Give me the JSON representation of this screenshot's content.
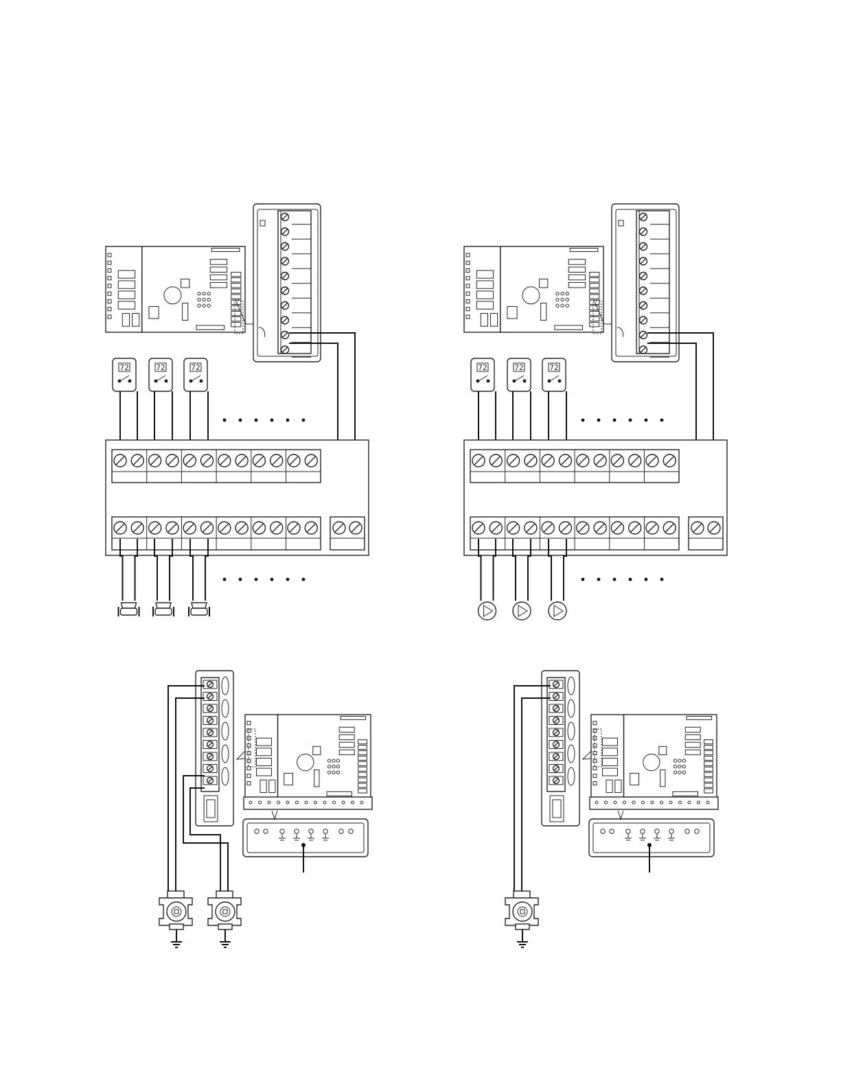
{
  "thermostat_display": "72",
  "panels": [
    {
      "id": "top-left",
      "device": "zone-valves",
      "zones_drawn": 3
    },
    {
      "id": "top-right",
      "device": "circulators",
      "zones_drawn": 3
    },
    {
      "id": "bottom-left",
      "device": "circulator-pumps",
      "pumps_drawn": 2
    },
    {
      "id": "bottom-right",
      "device": "circulator-pump",
      "pumps_drawn": 1
    }
  ],
  "colors": {
    "housing": "#c9c9c9",
    "thermostat": "#d4d4d4",
    "line": "#111111"
  }
}
